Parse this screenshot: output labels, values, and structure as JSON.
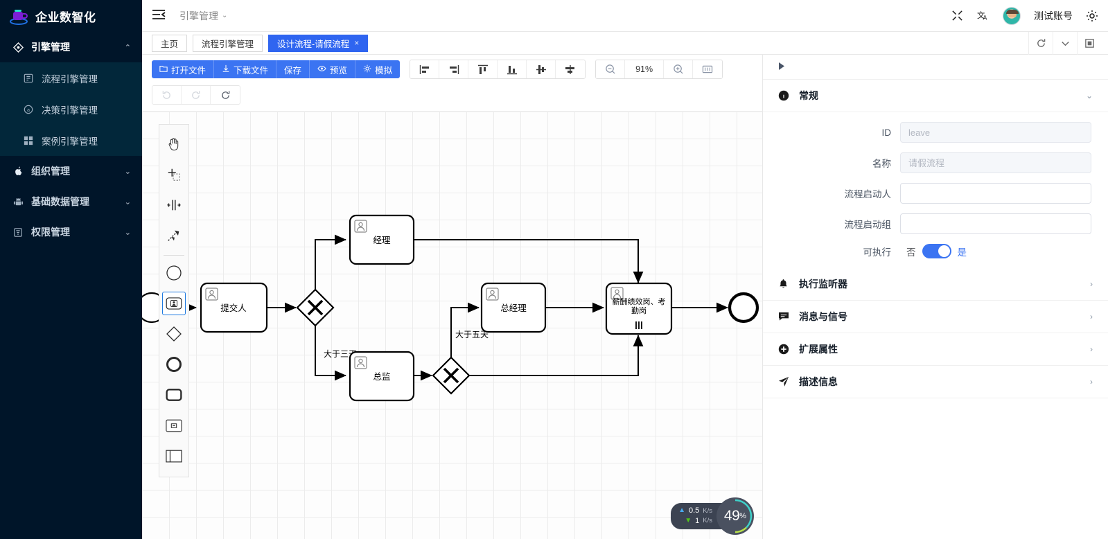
{
  "sidebar": {
    "brand": "企业数智化",
    "groups": [
      {
        "label": "引擎管理",
        "icon": "diamond-icon",
        "expanded": true,
        "caret": "⌃",
        "items": [
          {
            "label": "流程引擎管理",
            "icon": "flow-engine-icon"
          },
          {
            "label": "决策引擎管理",
            "icon": "decision-engine-icon"
          },
          {
            "label": "案例引擎管理",
            "icon": "grid-icon"
          }
        ]
      },
      {
        "label": "组织管理",
        "icon": "apple-icon",
        "expanded": false,
        "caret": "⌄",
        "items": []
      },
      {
        "label": "基础数据管理",
        "icon": "android-icon",
        "expanded": false,
        "caret": "⌄",
        "items": []
      },
      {
        "label": "权限管理",
        "icon": "lock-icon",
        "expanded": false,
        "caret": "⌄",
        "items": []
      }
    ]
  },
  "topbar": {
    "collapse_icon": "menu-collapse-icon",
    "breadcrumb": "引擎管理",
    "breadcrumb_caret": "⌄",
    "fullscreen_icon": "fullscreen-icon",
    "language_icon": "translate-icon",
    "user_name": "测试账号",
    "settings_icon": "gear-icon"
  },
  "tabs": [
    {
      "label": "主页",
      "active": false,
      "closable": false
    },
    {
      "label": "流程引擎管理",
      "active": false,
      "closable": false
    },
    {
      "label": "设计流程-请假流程",
      "active": true,
      "closable": true,
      "close": "×"
    }
  ],
  "tabstrip_actions": [
    {
      "name": "refresh-tabs-icon"
    },
    {
      "name": "chevron-down-icon"
    },
    {
      "name": "maximize-icon"
    }
  ],
  "toolbar": {
    "primary_buttons": [
      {
        "label": "打开文件",
        "icon": "folder-open-icon"
      },
      {
        "label": "下载文件",
        "icon": "download-icon"
      },
      {
        "label": "保存",
        "icon": ""
      },
      {
        "label": "预览",
        "icon": "eye-icon"
      },
      {
        "label": "模拟",
        "icon": "simulate-icon"
      }
    ],
    "align_buttons": [
      {
        "name": "align-left-icon"
      },
      {
        "name": "align-right-icon"
      },
      {
        "name": "align-top-icon"
      },
      {
        "name": "align-bottom-icon"
      },
      {
        "name": "align-center-vertical-icon"
      },
      {
        "name": "align-center-horizontal-icon"
      }
    ],
    "zoom_out": "zoom-out-icon",
    "zoom_value": "91%",
    "zoom_in": "zoom-in-icon",
    "fit_viewport": "fit-viewport-icon",
    "history": [
      {
        "name": "undo-icon",
        "state": "disabled"
      },
      {
        "name": "redo-icon",
        "state": "disabled"
      },
      {
        "name": "reset-icon",
        "state": "enabled"
      }
    ]
  },
  "palette": [
    {
      "name": "hand-tool-icon",
      "selected": false
    },
    {
      "name": "lasso-tool-icon",
      "selected": false
    },
    {
      "name": "space-tool-icon",
      "selected": false
    },
    {
      "name": "connect-tool-icon",
      "selected": false
    },
    {
      "name": "start-event-icon",
      "selected": false
    },
    {
      "name": "user-task-icon",
      "selected": true
    },
    {
      "name": "gateway-icon",
      "selected": false
    },
    {
      "name": "end-event-icon",
      "selected": false
    },
    {
      "name": "task-icon",
      "selected": false
    },
    {
      "name": "subprocess-icon",
      "selected": false
    },
    {
      "name": "participant-icon",
      "selected": false
    }
  ],
  "diagram": {
    "nodes": [
      {
        "id": "start",
        "type": "start-event",
        "label": ""
      },
      {
        "id": "submitter",
        "type": "user-task",
        "label": "提交人"
      },
      {
        "id": "gw1",
        "type": "exclusive-gateway",
        "label": ""
      },
      {
        "id": "manager",
        "type": "user-task",
        "label": "经理"
      },
      {
        "id": "director",
        "type": "user-task",
        "label": "总监"
      },
      {
        "id": "gw2",
        "type": "exclusive-gateway",
        "label": ""
      },
      {
        "id": "gm",
        "type": "user-task",
        "label": "总经理"
      },
      {
        "id": "payroll",
        "type": "user-task",
        "label": "薪酬绩效岗、考勤岗",
        "marker": "parallel-multi-instance"
      },
      {
        "id": "end",
        "type": "end-event",
        "label": ""
      }
    ],
    "edge_labels": [
      {
        "id": "cond1",
        "text": "大于三天"
      },
      {
        "id": "cond2",
        "text": "大于五天"
      }
    ]
  },
  "properties": {
    "play_icon": "play-icon",
    "general": {
      "icon": "info-icon",
      "title": "常规",
      "chevron": "⌄",
      "fields": [
        {
          "label": "ID",
          "value": "leave",
          "placeholder": "leave",
          "readonly": true
        },
        {
          "label": "名称",
          "value": "请假流程",
          "placeholder": "请假流程",
          "readonly": true
        },
        {
          "label": "流程启动人",
          "value": "",
          "placeholder": "",
          "readonly": false
        },
        {
          "label": "流程启动组",
          "value": "",
          "placeholder": "",
          "readonly": false
        }
      ],
      "switch": {
        "label": "可执行",
        "off_text": "否",
        "on_text": "是",
        "value": true
      }
    },
    "sections": [
      {
        "icon": "bell-icon",
        "title": "执行监听器",
        "chevron": "›"
      },
      {
        "icon": "message-icon",
        "title": "消息与信号",
        "chevron": "›"
      },
      {
        "icon": "plus-circle-icon",
        "title": "扩展属性",
        "chevron": "›"
      },
      {
        "icon": "send-icon",
        "title": "描述信息",
        "chevron": "›"
      }
    ]
  },
  "network_widget": {
    "upload": "0.5",
    "upload_unit": "K/s",
    "download": "1",
    "download_unit": "K/s",
    "percent": "49",
    "percent_symbol": "%"
  },
  "colors": {
    "sidebar_bg": "#001529",
    "submenu_bg": "#02273a",
    "primary": "#3b74f2",
    "tab_active": "#2f65f0"
  }
}
